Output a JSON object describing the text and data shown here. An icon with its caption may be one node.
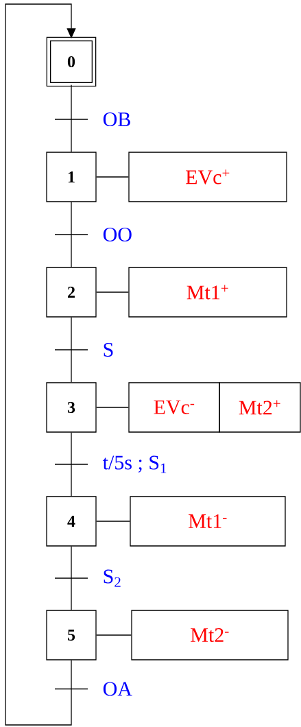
{
  "diagram": {
    "nodes": [
      {
        "text": [
          "0"
        ]
      },
      {
        "text": [
          "1"
        ]
      },
      {
        "text": [
          "2"
        ]
      },
      {
        "text": [
          "3"
        ]
      },
      {
        "text": [
          "4"
        ]
      },
      {
        "text": [
          "5"
        ]
      },
      {
        "text": [
          "EVc$^{+}$"
        ]
      },
      {
        "text": [
          "Mt1$^{+}$"
        ]
      },
      {
        "text": [
          "EVc$^{-}$"
        ]
      },
      {
        "text": [
          "Mt2$^{+}$"
        ]
      },
      {
        "text": [
          "Mt1$^{-}$"
        ]
      },
      {
        "text": [
          "Mt2$^{-}$"
        ]
      }
    ],
    "edges": [
      {
        "from": 0,
        "to": 1,
        "arrow": "none",
        "label": "OB"
      },
      {
        "from": 1,
        "to": 2,
        "arrow": "none",
        "label": "OO"
      },
      {
        "from": 2,
        "to": 3,
        "arrow": "none",
        "label": "S"
      },
      {
        "from": 3,
        "to": 4,
        "arrow": "none",
        "label": "t/5s ; S$_{1}$"
      },
      {
        "from": 4,
        "to": 5,
        "arrow": "none",
        "label": "S$_{2}$"
      },
      {
        "from": 5,
        "to": 0,
        "arrow": "to",
        "label": "OA"
      },
      {
        "from": 1,
        "to": 6,
        "arrow": "none"
      },
      {
        "from": 2,
        "to": 7,
        "arrow": "none"
      },
      {
        "from": 3,
        "to": 8,
        "arrow": "none"
      },
      {
        "from": 4,
        "to": 10,
        "arrow": "none"
      },
      {
        "from": 5,
        "to": 11,
        "arrow": "none"
      }
    ]
  }
}
